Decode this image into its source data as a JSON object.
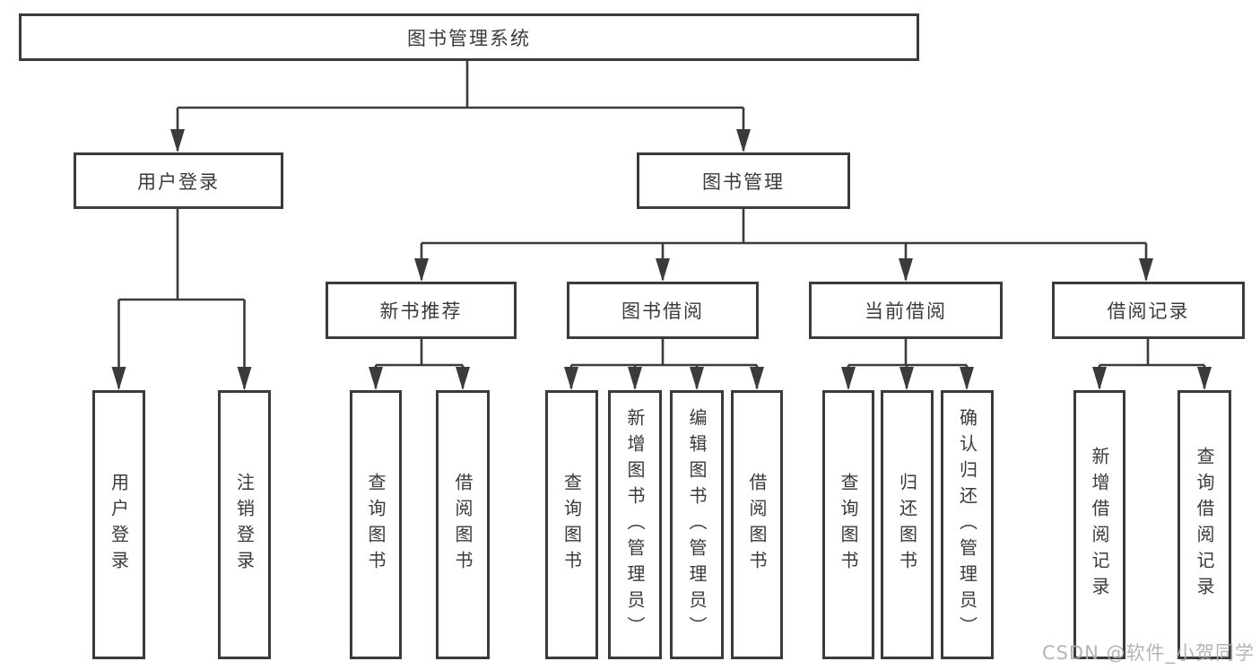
{
  "tree": {
    "root": {
      "label": "图书管理系统"
    },
    "children": [
      {
        "label": "用户登录",
        "children": [
          {
            "label": "用户登录"
          },
          {
            "label": "注销登录"
          }
        ]
      },
      {
        "label": "图书管理",
        "children": [
          {
            "label": "新书推荐",
            "children": [
              {
                "label": "查询图书"
              },
              {
                "label": "借阅图书"
              }
            ]
          },
          {
            "label": "图书借阅",
            "children": [
              {
                "label": "查询图书"
              },
              {
                "label": "新增图书（管理员）"
              },
              {
                "label": "编辑图书（管理员）"
              },
              {
                "label": "借阅图书"
              }
            ]
          },
          {
            "label": "当前借阅",
            "children": [
              {
                "label": "查询图书"
              },
              {
                "label": "归还图书"
              },
              {
                "label": "确认归还（管理员）"
              }
            ]
          },
          {
            "label": "借阅记录",
            "children": [
              {
                "label": "新增借阅记录"
              },
              {
                "label": "查询借阅记录"
              }
            ]
          }
        ]
      }
    ]
  },
  "watermark": {
    "text": "CSDN @软件_小贺同学"
  },
  "colors": {
    "line": "#3b3b3b",
    "text": "#3a3a3a",
    "background": "#ffffff",
    "watermark": "#aeaeae"
  }
}
